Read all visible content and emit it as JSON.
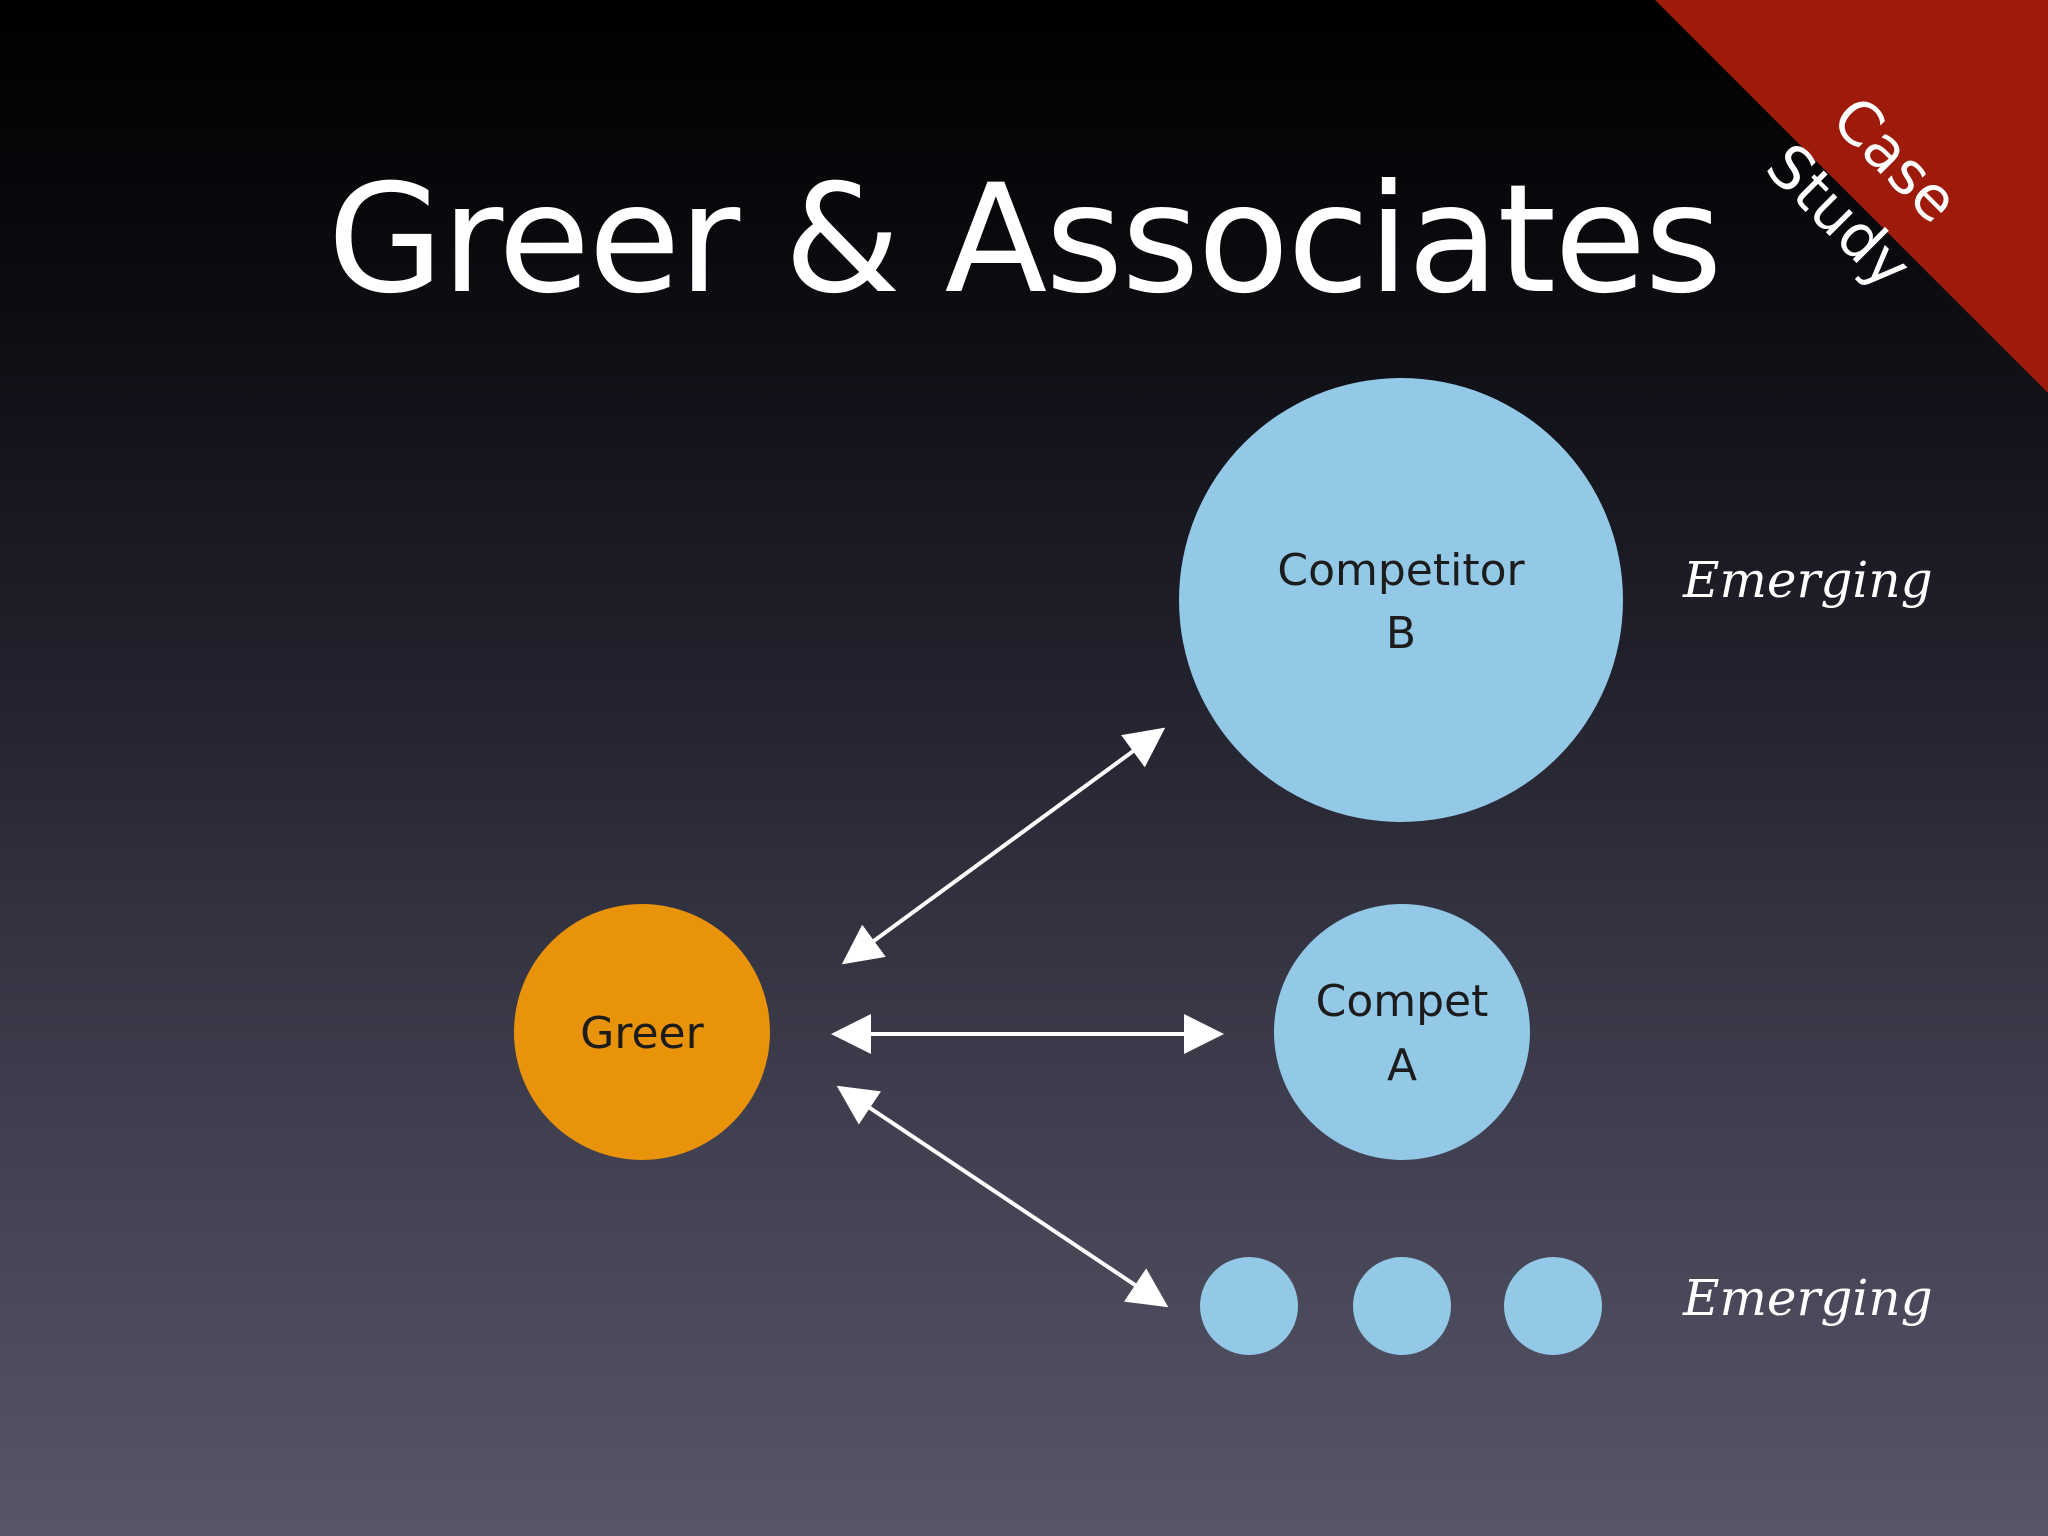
{
  "slide": {
    "title": "Greer & Associates",
    "banner": "Case Study"
  },
  "diagram": {
    "nodes": {
      "greer": {
        "label": "Greer"
      },
      "competitor_b": {
        "line1": "Competitor",
        "line2": "B"
      },
      "compet_a": {
        "line1": "Compet",
        "line2": "A"
      }
    },
    "side_labels": {
      "top": "Emerging",
      "bottom": "Emerging"
    }
  },
  "colors": {
    "greer": "#e8930a",
    "competitor": "#93c8e7",
    "banner": "#9e1a0a",
    "arrow": "#ffffff"
  }
}
